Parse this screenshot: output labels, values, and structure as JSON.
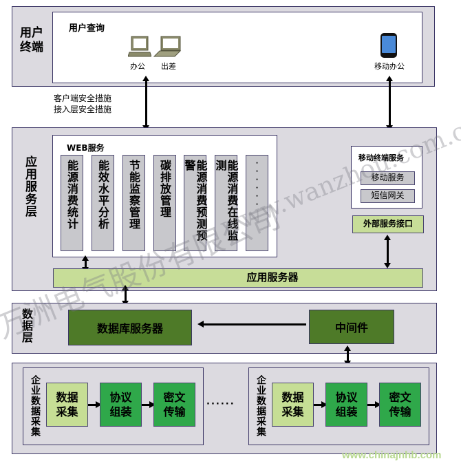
{
  "user_terminal_layer": {
    "label": "用户终端",
    "panel_title": "用户查询",
    "devices": [
      {
        "label": "办公",
        "icon": "desktop-computer-icon"
      },
      {
        "label": "出差",
        "icon": "laptop-icon"
      },
      {
        "label": "移动办公",
        "icon": "mobile-phone-icon"
      }
    ]
  },
  "security_notes": [
    "客户端安全措施",
    "接入层安全措施"
  ],
  "app_service_layer": {
    "label": "应用服务层",
    "web_services_title": "WEB服务",
    "web_services": [
      "能源消费统计",
      "能效水平分析",
      "节能监察管理",
      "碳排放管理",
      "能源消费预测预警",
      "能源消费在线监测",
      "······"
    ],
    "mobile_service_title": "移动终端服务",
    "mobile_services": [
      "移动服务",
      "短信网关"
    ],
    "external_interface": "外部服务接口",
    "app_server": "应用服务器"
  },
  "data_layer": {
    "label": "数据层",
    "db_server": "数据库服务器",
    "middleware": "中间件"
  },
  "collection_layer": {
    "groups": [
      {
        "label": "企业数据采集",
        "steps": [
          "数据采集",
          "协议组装",
          "密文传输"
        ]
      },
      {
        "label": "企业数据采集",
        "steps": [
          "数据采集",
          "协议组装",
          "密文传输"
        ]
      }
    ],
    "ellipsis": "······"
  },
  "watermarks": {
    "company": "万洲电气股份有限公司",
    "site1": "www.wanzhou.com.cn",
    "site2": "www.chinajnhb.com"
  },
  "colors": {
    "layer_bg": "#dcdae0",
    "border": "#3b3565",
    "light_green": "#c7dd98",
    "dark_green": "#4e7a28",
    "mid_green": "#2fa84a"
  }
}
